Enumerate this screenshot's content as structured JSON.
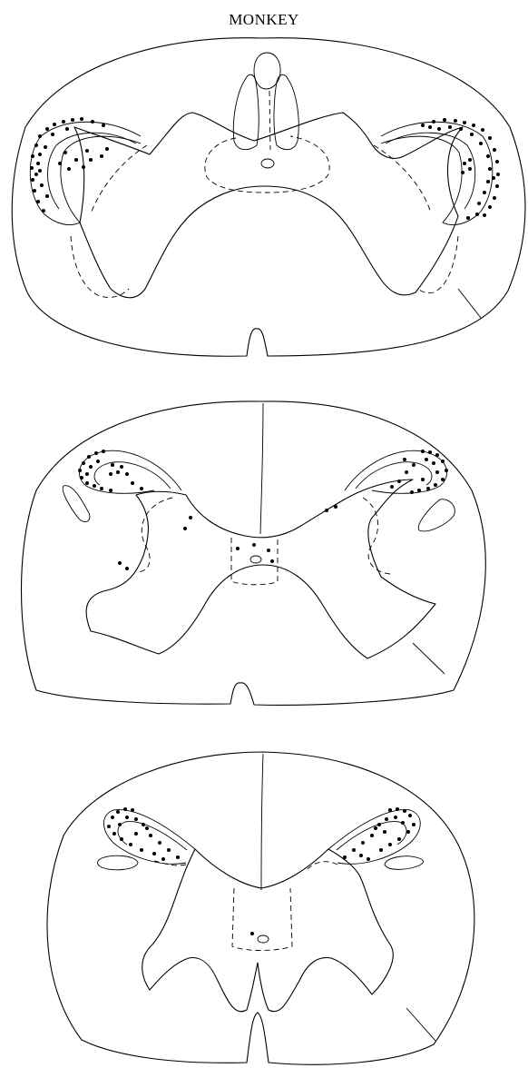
{
  "title": "MONKEY",
  "colors": {
    "ink": "#000000",
    "background": "#ffffff"
  },
  "sections": [
    {
      "id": "upper"
    },
    {
      "id": "middle"
    },
    {
      "id": "lower"
    }
  ]
}
